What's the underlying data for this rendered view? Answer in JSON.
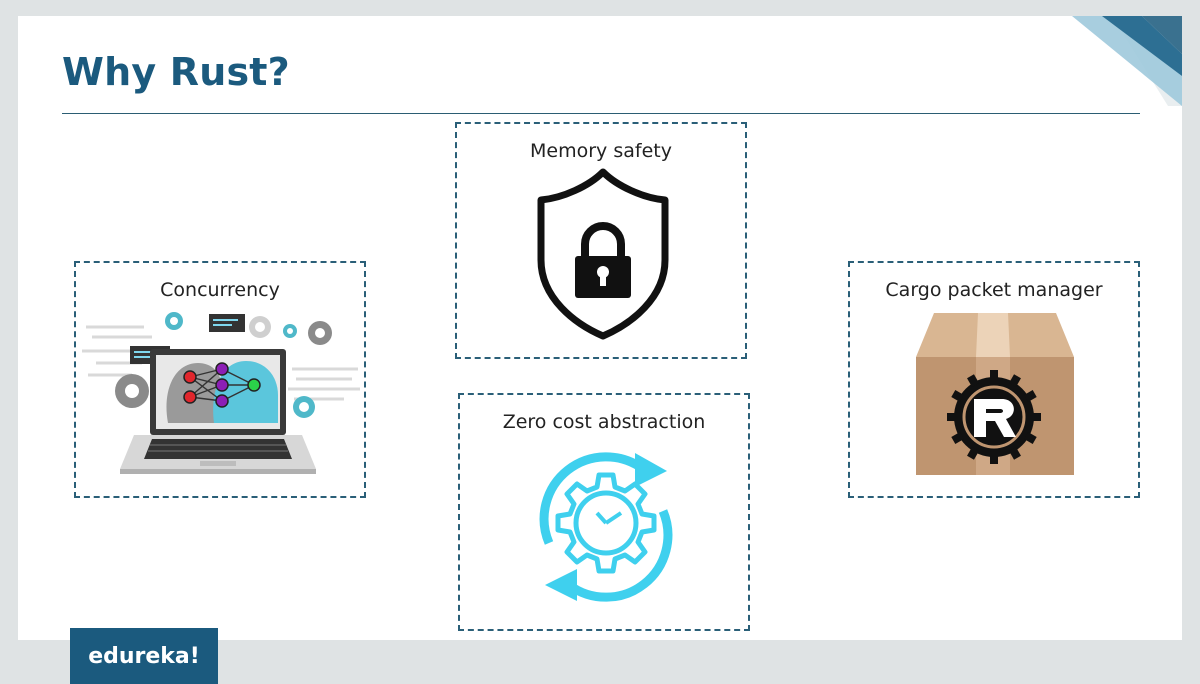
{
  "slide": {
    "title": "Why Rust?"
  },
  "cards": {
    "concurrency": {
      "label": "Concurrency",
      "icon": "ai-laptop-gears-icon"
    },
    "memory": {
      "label": "Memory safety",
      "icon": "shield-lock-icon"
    },
    "zero_cost": {
      "label": "Zero cost abstraction",
      "icon": "gear-clock-cycle-icon"
    },
    "cargo": {
      "label": "Cargo packet manager",
      "icon": "rust-logo-box-icon"
    }
  },
  "footer": {
    "brand": "edureka!"
  },
  "colors": {
    "title": "#1b5a7e",
    "border": "#2a5f78",
    "accent_cyan": "#3fd0ee",
    "brand_bg": "#1b5a7e"
  }
}
